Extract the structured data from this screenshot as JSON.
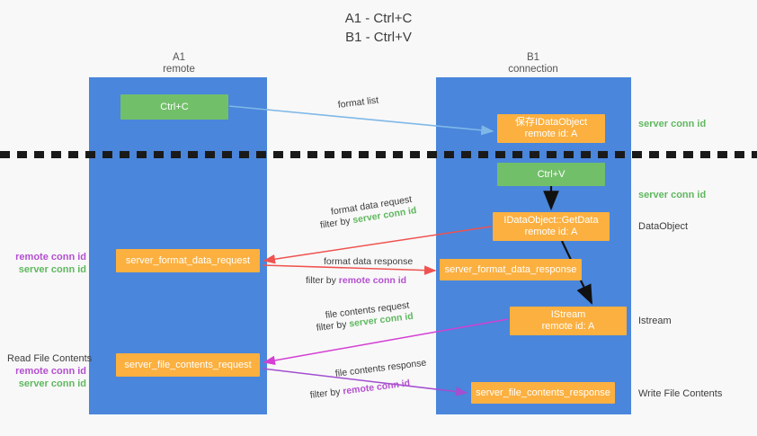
{
  "title": {
    "line1": "A1 - Ctrl+C",
    "line2": "B1 - Ctrl+V"
  },
  "columns": {
    "left": {
      "name": "A1",
      "role": "remote"
    },
    "right": {
      "name": "B1",
      "role": "connection"
    }
  },
  "nodes": {
    "ctrl_c": {
      "label": "Ctrl+C",
      "color": "#72bf6a"
    },
    "idataobject": {
      "line1": "保存IDataObject",
      "line2": "remote id: A",
      "color": "#fbb040"
    },
    "ctrl_v": {
      "label": "Ctrl+V",
      "color": "#72bf6a"
    },
    "getdata": {
      "line1": "IDataObject::GetData",
      "line2": "remote id: A",
      "color": "#fbb040"
    },
    "format_data_request": {
      "label": "server_format_data_request",
      "color": "#fbb040"
    },
    "format_data_response": {
      "label": "server_format_data_response",
      "color": "#fbb040"
    },
    "istream": {
      "line1": "IStream",
      "line2": "remote id: A",
      "color": "#fbb040"
    },
    "file_contents_request": {
      "label": "server_file_contents_request",
      "color": "#fbb040"
    },
    "file_contents_response": {
      "label": "server_file_contents_response",
      "color": "#fbb040"
    }
  },
  "side_labels": {
    "server_conn_id_top": "server conn id",
    "server_conn_id_mid": "server conn id",
    "dataobject": "DataObject",
    "istream": "Istream",
    "write_file_contents": "Write File Contents",
    "read_file_contents": "Read File Contents",
    "remote_conn_id": "remote conn id",
    "server_conn_id": "server conn id"
  },
  "edges": {
    "format_list": "format list",
    "format_data_request": "format data request",
    "format_data_request_filter_prefix": "filter by ",
    "format_data_request_filter_value": "server conn id",
    "format_data_response": "format data response",
    "format_data_response_filter_prefix": "filter by ",
    "format_data_response_filter_value": "remote conn id",
    "file_contents_request": "file contents request",
    "file_contents_request_filter_prefix": "filter by ",
    "file_contents_request_filter_value": "server conn id",
    "file_contents_response": "file contents response",
    "file_contents_response_filter_prefix": "filter by ",
    "file_contents_response_filter_value": "remote conn id"
  },
  "colors": {
    "lane": "#4a86db",
    "green_node": "#72bf6a",
    "orange_node": "#fbb040",
    "green_text": "#5fb85f",
    "purple_text": "#b44fd0",
    "arrow_light_blue": "#7fb8e8",
    "arrow_red": "#ef5350",
    "arrow_magenta": "#d43fd4",
    "arrow_purple": "#a24fd0",
    "arrow_black": "#111111",
    "divider": "#1a1a1a"
  }
}
